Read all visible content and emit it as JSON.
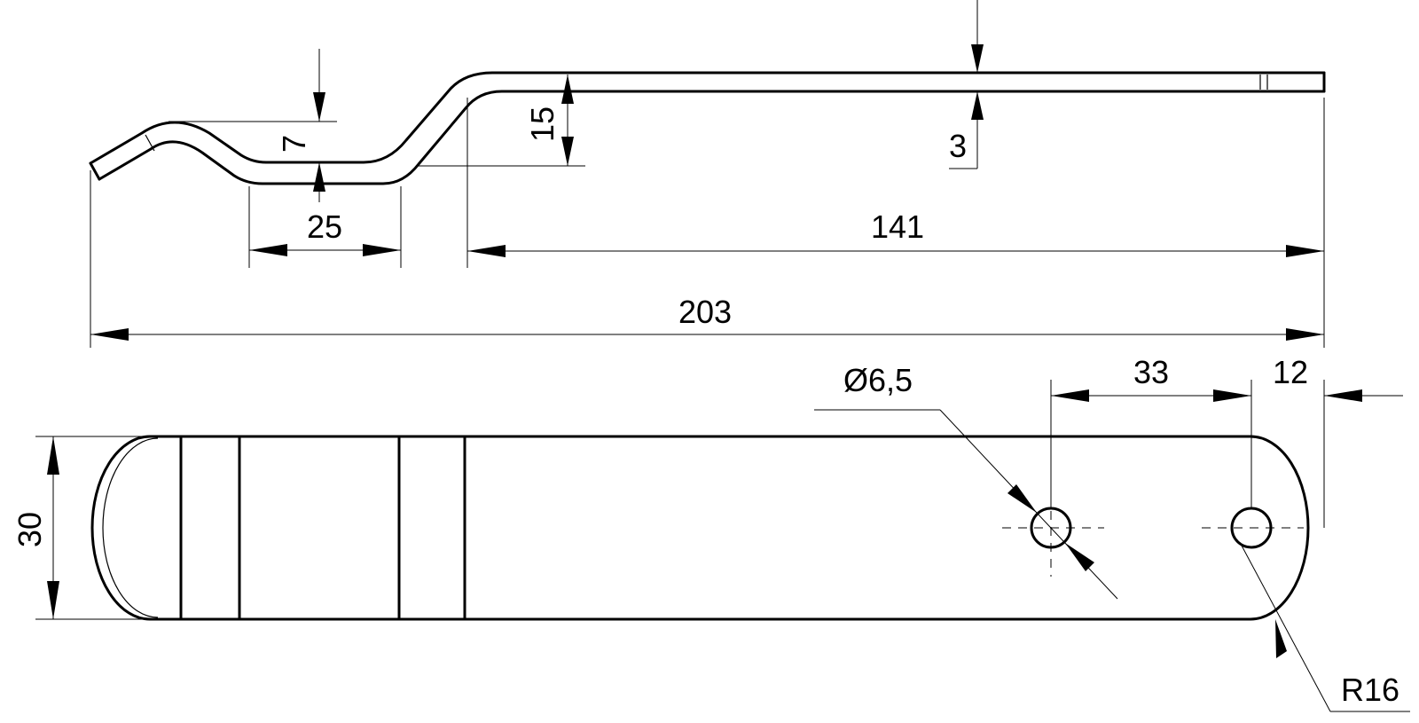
{
  "drawing": {
    "dimensions": {
      "bend_depth": "7",
      "bend_length": "25",
      "offset_height": "15",
      "thickness": "3",
      "flat_length": "141",
      "overall_length": "203",
      "hole_diameter": "Ø6,5",
      "hole_spacing": "33",
      "hole_edge_distance": "12",
      "width": "30",
      "end_radius": "R16"
    }
  }
}
